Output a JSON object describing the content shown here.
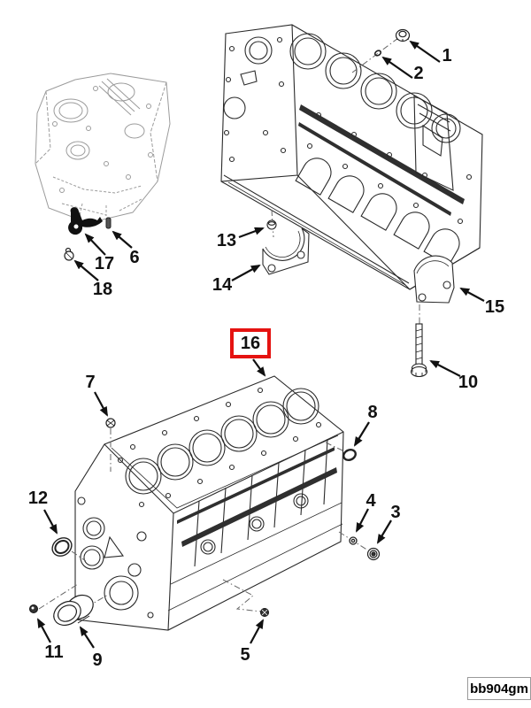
{
  "figure": {
    "drawing_code": "bb904gm",
    "highlight_color": "#e51311",
    "highlighted_callout": "16",
    "line_color": "#2a2a2a",
    "ghost_line_color": "#9b9b9b"
  },
  "callouts": [
    {
      "label": "1"
    },
    {
      "label": "2"
    },
    {
      "label": "3"
    },
    {
      "label": "4"
    },
    {
      "label": "5"
    },
    {
      "label": "6"
    },
    {
      "label": "7"
    },
    {
      "label": "8"
    },
    {
      "label": "9"
    },
    {
      "label": "10"
    },
    {
      "label": "11"
    },
    {
      "label": "12"
    },
    {
      "label": "13"
    },
    {
      "label": "14"
    },
    {
      "label": "15"
    },
    {
      "label": "16"
    },
    {
      "label": "17"
    },
    {
      "label": "18"
    }
  ]
}
